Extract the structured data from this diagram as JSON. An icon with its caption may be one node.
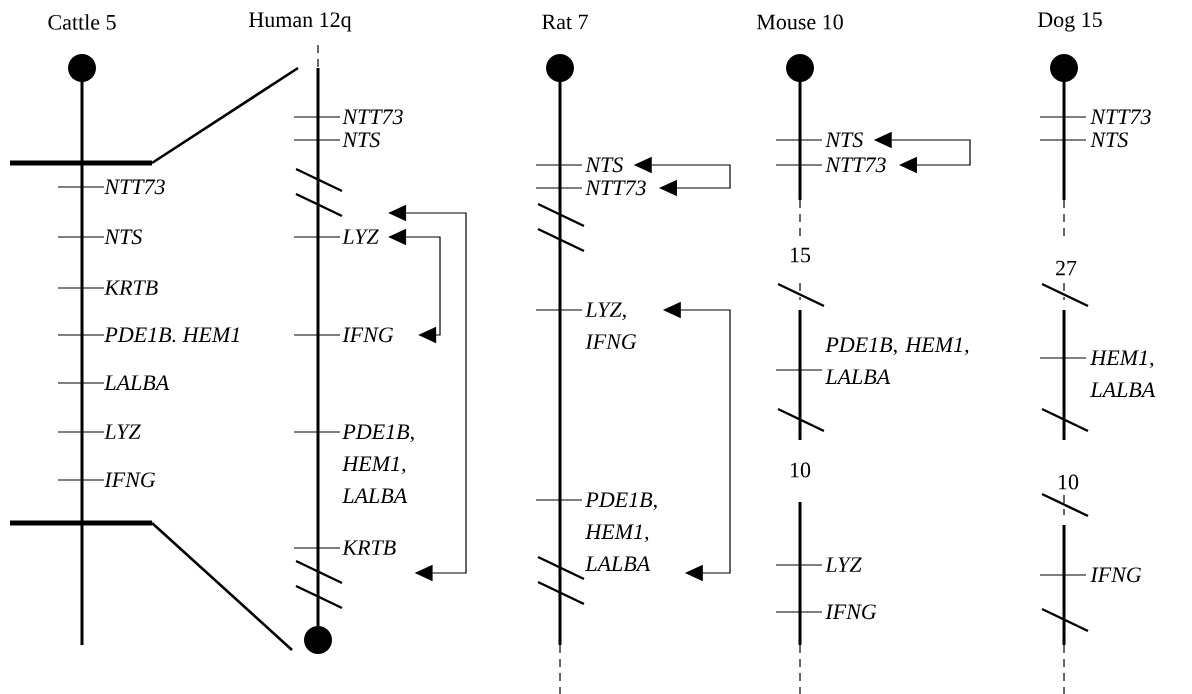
{
  "diagram": {
    "nodes": [
      {
        "text": [
          "LYZ"
        ]
      },
      {
        "text": [
          "IFNG"
        ]
      },
      {
        "text": [
          "KRTB"
        ]
      },
      {
        "text": [
          "NTS"
        ]
      },
      {
        "text": [
          "NTT73"
        ]
      },
      {
        "text": [
          "LYZ, IFNG"
        ]
      },
      {
        "text": [
          "PDE1B, HEM1, LALBA"
        ]
      },
      {
        "text": [
          "NTS"
        ]
      },
      {
        "text": [
          "NTT73"
        ]
      }
    ],
    "edges": [
      {
        "from": 0,
        "to": 2,
        "arrow": "both"
      },
      {
        "from": 0,
        "to": 1,
        "arrow": "both"
      },
      {
        "from": 3,
        "to": 4,
        "arrow": "both"
      },
      {
        "from": 5,
        "to": 6,
        "arrow": "both"
      },
      {
        "from": 7,
        "to": 8,
        "arrow": "both"
      }
    ],
    "labels": [
      "Cattle 5",
      "Human 12q",
      "Rat 7",
      "Mouse 10",
      "Dog 15",
      "NTT73",
      "NTS",
      "KRTB",
      "PDE1B. HEM1",
      "LALBA",
      "LYZ",
      "IFNG",
      "NTT73",
      "NTS",
      "PDE1B, HEM1, LALBA",
      "15",
      "PDE1B, HEM1, LALBA",
      "10",
      "LYZ",
      "IFNG",
      "NTT73",
      "NTS",
      "27",
      "HEM1, LALBA",
      "10",
      "IFNG"
    ]
  }
}
